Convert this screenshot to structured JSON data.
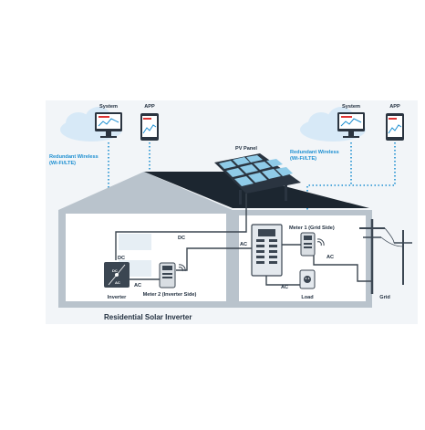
{
  "diagram": {
    "caption": "Residential Solar Inverter",
    "labels": {
      "system_left": "System",
      "app_left": "APP",
      "system_right": "System",
      "app_right": "APP",
      "wireless_left_1": "Redundant Wireless",
      "wireless_left_2": "(Wi-Fi/LTE)",
      "wireless_right_1": "Redundant Wireless",
      "wireless_right_2": "(Wi-Fi/LTE)",
      "pv_panel": "PV Panel",
      "dc_top": "DC",
      "dc_left": "DC",
      "ac_left": "AC",
      "ac_mid": "AC",
      "ac_right": "AC",
      "ac_bottom": "AC",
      "inverter": "Inverter",
      "meter2": "Meter 2 (Inverter Side)",
      "meter1": "Meter 1 (Grid Side)",
      "load": "Load",
      "grid": "Grid",
      "inverter_dc_mark": "DC",
      "inverter_ac_mark": "AC"
    },
    "colors": {
      "house_frame": "#b9c3cc",
      "room_bg": "#ffffff",
      "roof": "#1c2630",
      "wire_dark": "#3c4650",
      "wireless_dot": "#1d8fd1",
      "panel_cell": "#8fcbe8"
    }
  }
}
